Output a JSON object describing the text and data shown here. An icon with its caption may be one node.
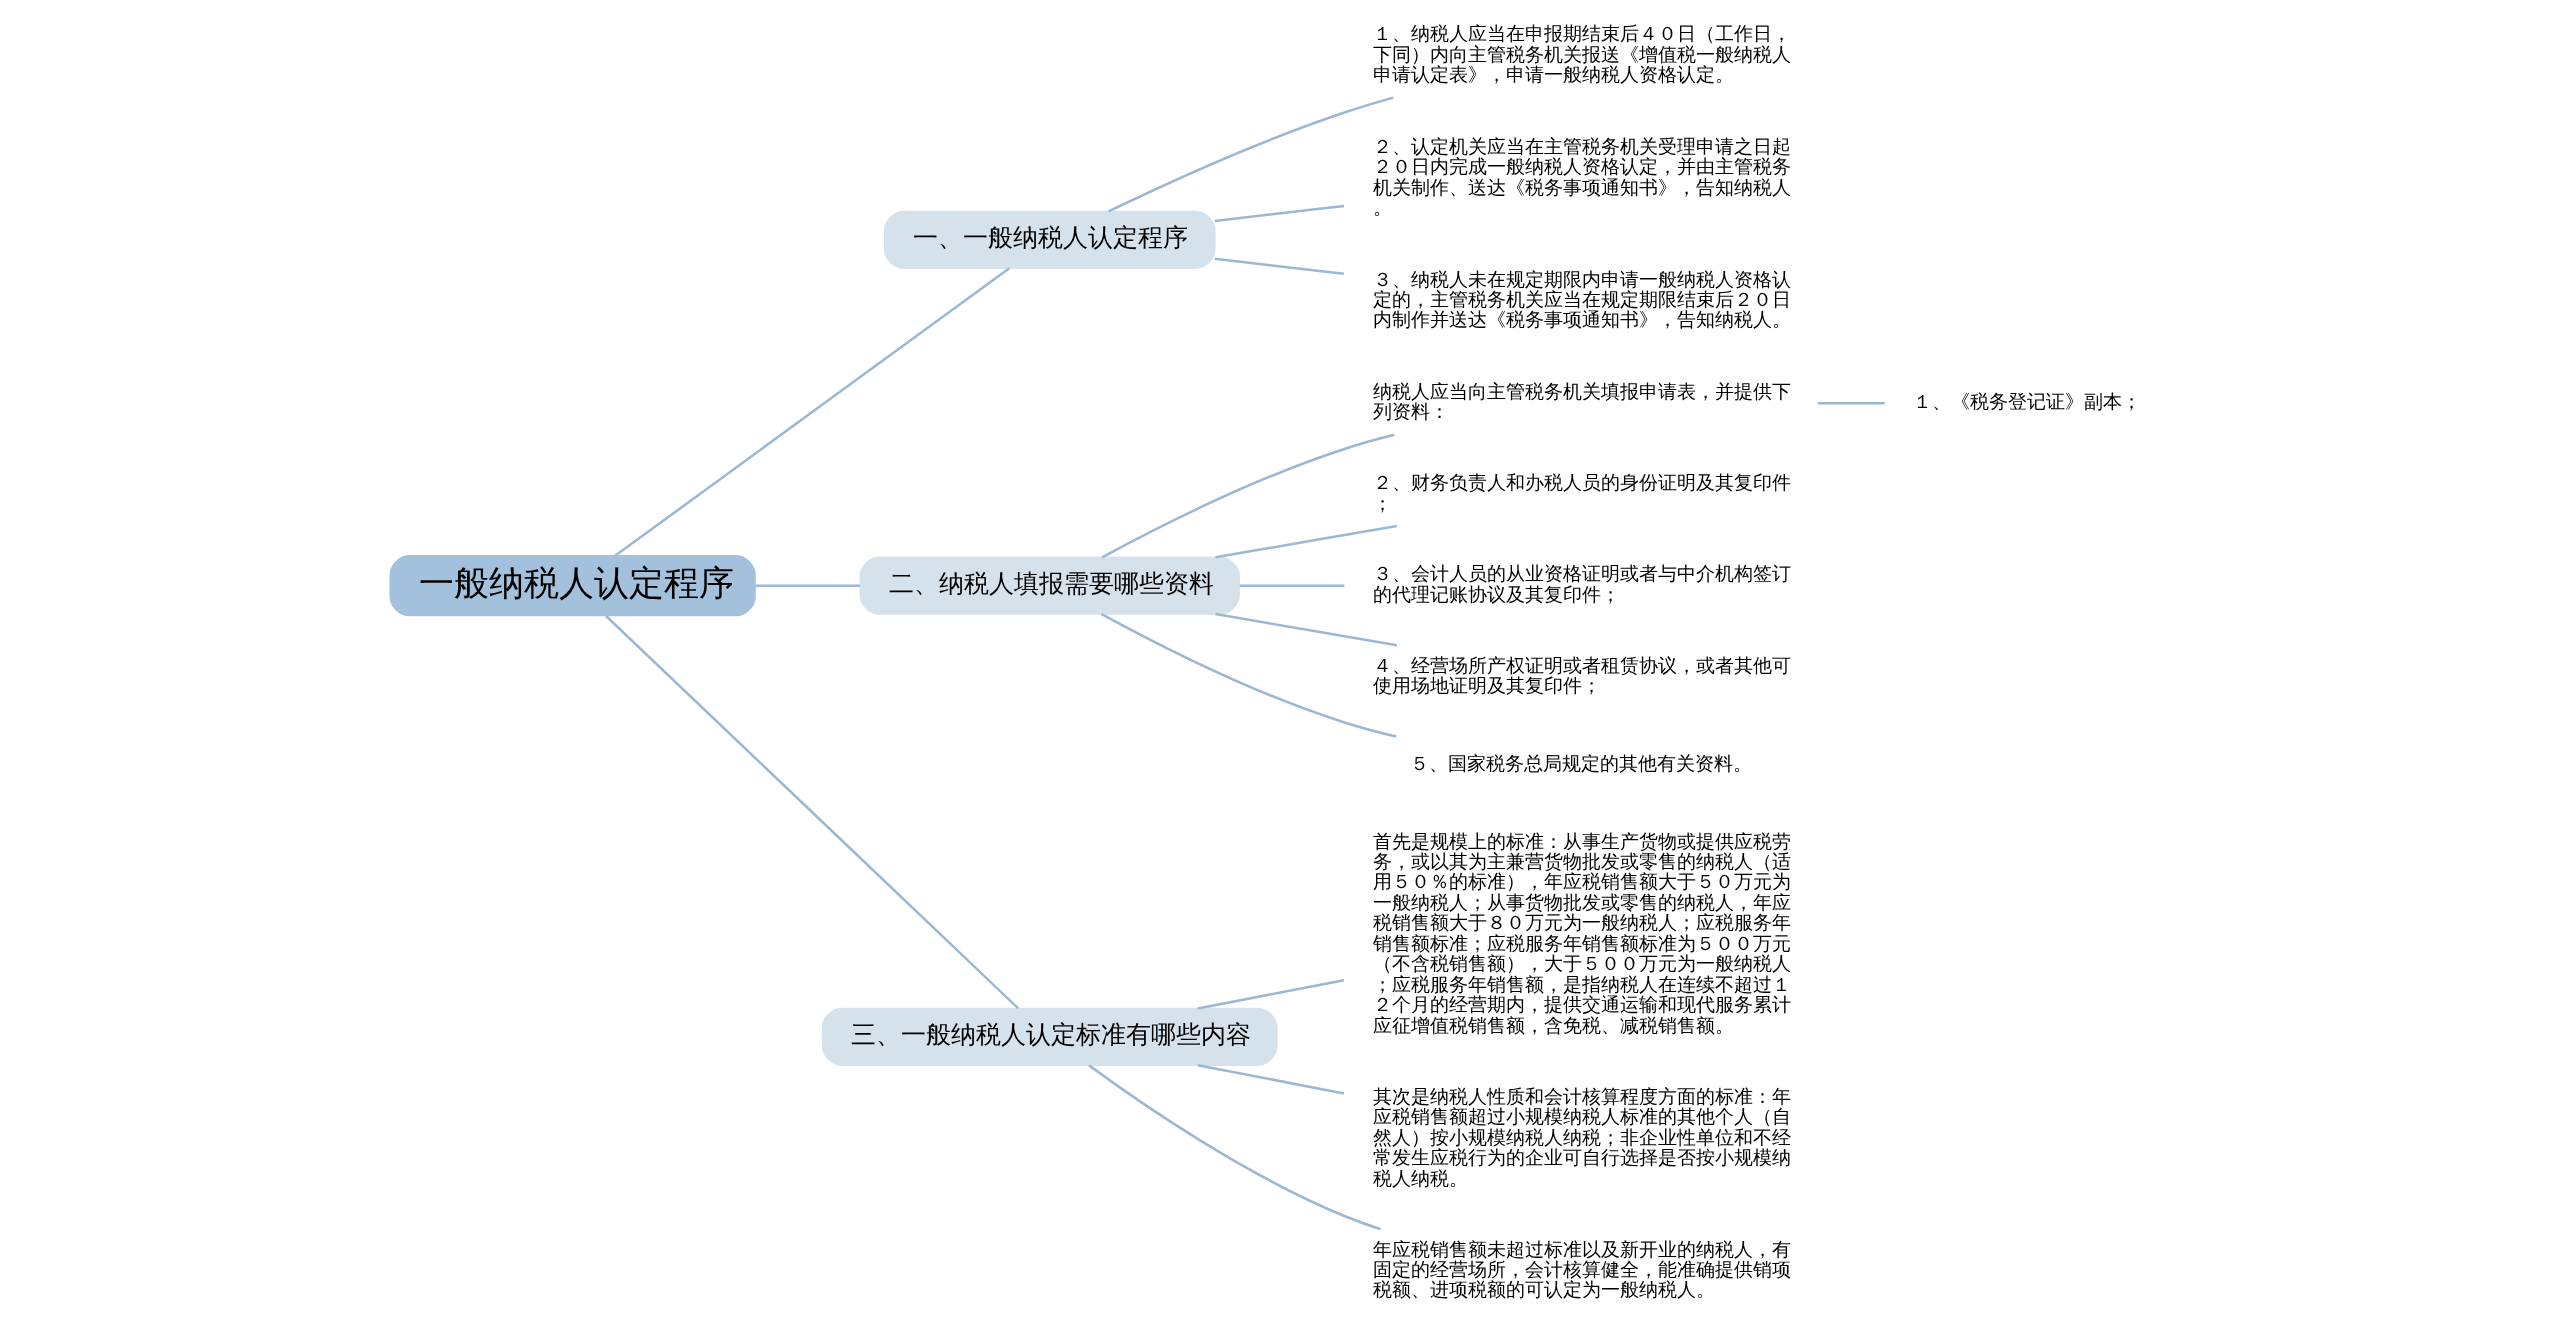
{
  "diagram": {
    "nodes": [
      {
        "text": [
          "一般纳税人认定程序"
        ]
      },
      {
        "text": [
          "一、一般纳税人认定程序"
        ]
      },
      {
        "text": [
          "１、纳税人应当在申报期结束后４０日（工作日，下同）内向主管税务机关报送《增值税一般纳税人申请认定表》，申请一般纳税人资格认定。"
        ]
      },
      {
        "text": [
          "２、认定机关应当在主管税务机关受理申请之日起２０日内完成一般纳税人资格认定，并由主管税务机关制作、送达《税务事项通知书》，告知纳税人。"
        ]
      },
      {
        "text": [
          "３、纳税人未在规定期限内申请一般纳税人资格认定的，主管税务机关应当在规定期限结束后２０日内制作并送达《税务事项通知书》，告知纳税人。"
        ]
      },
      {
        "text": [
          "二、纳税人填报需要哪些资料"
        ]
      },
      {
        "text": [
          "纳税人应当向主管税务机关填报申请表，并提供下列资料："
        ]
      },
      {
        "text": [
          "１、《税务登记证》副本；"
        ]
      },
      {
        "text": [
          "２、财务负责人和办税人员的身份证明及其复印件；"
        ]
      },
      {
        "text": [
          "３、会计人员的从业资格证明或者与中介机构签订的代理记账协议及其复印件；"
        ]
      },
      {
        "text": [
          "４、经营场所产权证明或者租赁协议，或者其他可使用场地证明及其复印件；"
        ]
      },
      {
        "text": [
          "５、国家税务总局规定的其他有关资料。"
        ]
      },
      {
        "text": [
          "三、一般纳税人认定标准有哪些内容"
        ]
      },
      {
        "text": [
          "首先是规模上的标准：从事生产货物或提供应税劳务，或以其为主兼营货物批发或零售的纳税人（适用５０％的标准），年应税销售额大于５０万元为一般纳税人；从事货物批发或零售的纳税人，年应税销售额大于８０万元为一般纳税人；应税服务年销售额标准；应税服务年销售额标准为５００万元（不含税销售额），大于５００万元为一般纳税人；应税服务年销售额，是指纳税人在连续不超过１２个月的经营期内，提供交通运输和现代服务累计应征增值税销售额，含免税、减税销售额。"
        ]
      },
      {
        "text": [
          "其次是纳税人性质和会计核算程度方面的标准：年应税销售额超过小规模纳税人标准的其他个人（自然人）按小规模纳税人纳税；非企业性单位和不经常发生应税行为的企业可自行选择是否按小规模纳税人纳税。"
        ]
      },
      {
        "text": [
          "年应税销售额未超过标准以及新开业的纳税人，有固定的经营场所，会计核算健全，能准确提供销项税额、进项税额的可认定为一般纳税人。"
        ]
      }
    ],
    "edges": [
      {
        "from": 0,
        "to": 1,
        "arrow": "none"
      },
      {
        "from": 1,
        "to": 2,
        "arrow": "none"
      },
      {
        "from": 1,
        "to": 3,
        "arrow": "none"
      },
      {
        "from": 1,
        "to": 4,
        "arrow": "none"
      },
      {
        "from": 0,
        "to": 5,
        "arrow": "none"
      },
      {
        "from": 5,
        "to": 6,
        "arrow": "none"
      },
      {
        "from": 6,
        "to": 7,
        "arrow": "none"
      },
      {
        "from": 5,
        "to": 8,
        "arrow": "none"
      },
      {
        "from": 5,
        "to": 9,
        "arrow": "none"
      },
      {
        "from": 5,
        "to": 10,
        "arrow": "none"
      },
      {
        "from": 5,
        "to": 11,
        "arrow": "none"
      },
      {
        "from": 0,
        "to": 12,
        "arrow": "none"
      },
      {
        "from": 12,
        "to": 13,
        "arrow": "none"
      },
      {
        "from": 12,
        "to": 14,
        "arrow": "none"
      },
      {
        "from": 12,
        "to": 15,
        "arrow": "none"
      }
    ]
  }
}
